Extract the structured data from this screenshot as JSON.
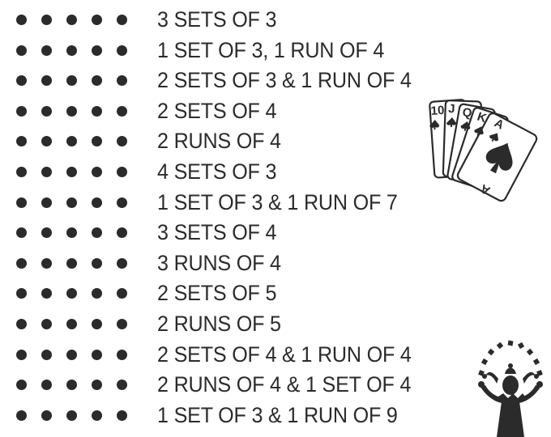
{
  "dots_per_row": 5,
  "ink_color": "#2b2b2b",
  "contracts": [
    "3 SETS OF 3",
    "1 SET OF 3, 1 RUN OF 4",
    "2 SETS OF 3 & 1 RUN OF 4",
    "2 SETS OF 4",
    "2 RUNS OF 4",
    "4 SETS OF 3",
    "1 SET OF 3 & 1 RUN OF 7",
    "3 SETS OF 4",
    "3 RUNS OF 4",
    "2 SETS OF 5",
    "2 RUNS OF 5",
    "2 SETS OF 4 & 1 RUN OF 4",
    "2 RUNS OF 4 & 1 SET OF 4",
    "1 SET OF 3 & 1 RUN OF 9"
  ],
  "illustrations": {
    "cards_icon": "royal-flush-spades-cards-icon",
    "card_ranks": [
      "10",
      "J",
      "Q",
      "K",
      "A"
    ],
    "front_card_corner": "A",
    "jester_icon": "juggling-jester-icon"
  }
}
